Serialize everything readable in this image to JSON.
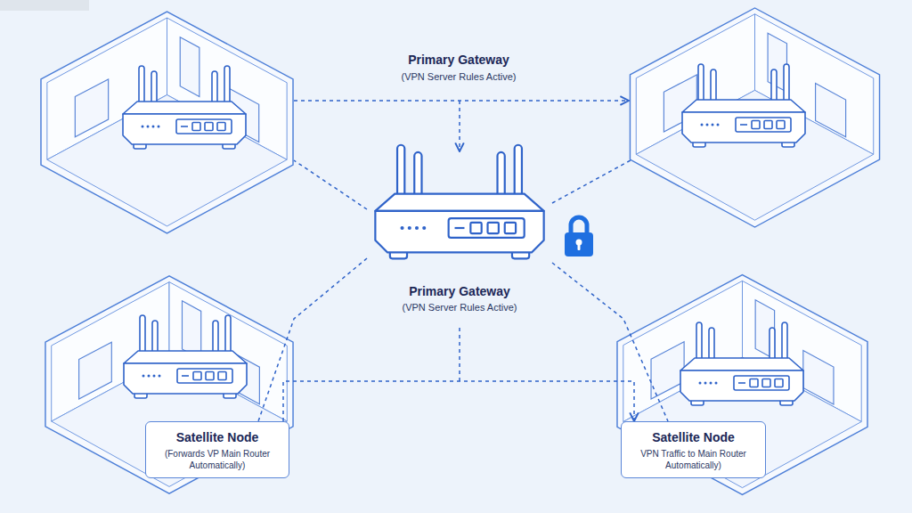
{
  "diagram": {
    "nodes": [
      {
        "text": [
          "Primary Gateway",
          "(VPN Server Rules Active)"
        ]
      },
      {
        "text": [
          "Satellite Node",
          "(Forwards VP Main Router Automatically)"
        ]
      },
      {
        "text": [
          "Satellite Node",
          "VPN Traffic to Main Router Automatically)"
        ]
      }
    ],
    "edges": [
      {
        "from": 0,
        "to": 1,
        "arrow": "none"
      },
      {
        "from": 0,
        "to": 2,
        "arrow": "none"
      },
      {
        "from": 1,
        "to": 2,
        "arrow": "to"
      }
    ],
    "labels": [
      "Primary Gateway",
      "(VPN Server Rules Active)"
    ]
  }
}
